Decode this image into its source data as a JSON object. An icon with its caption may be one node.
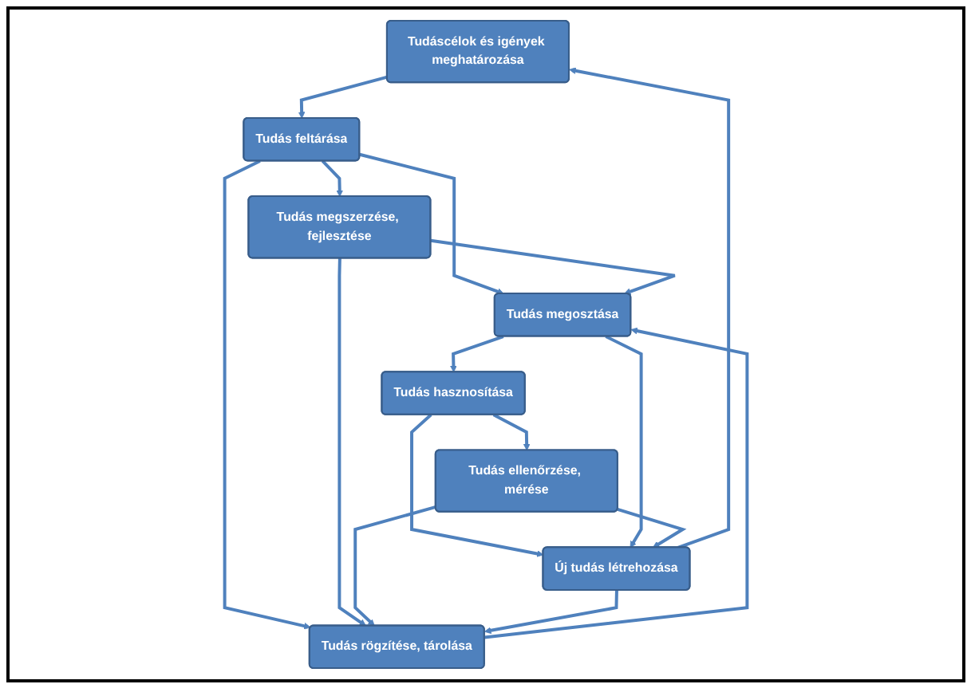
{
  "diagram": {
    "nodes": [
      {
        "text": [
          "Tudáscélok és igények meghatározása"
        ]
      },
      {
        "text": [
          "Tudás feltárása"
        ]
      },
      {
        "text": [
          "Tudás megszerzése, fejlesztése"
        ]
      },
      {
        "text": [
          "Tudás hasznosítása"
        ]
      },
      {
        "text": [
          "Tudás megosztása"
        ]
      },
      {
        "text": [
          "Tudás rögzítése, tárolása"
        ]
      },
      {
        "text": [
          "Tudás ellenőrzése, mérése"
        ]
      },
      {
        "text": [
          "Új tudás létrehozása"
        ]
      }
    ],
    "edges": [
      {
        "from": 0,
        "to": 1,
        "arrow": "to"
      },
      {
        "from": 1,
        "to": 2,
        "arrow": "to"
      },
      {
        "from": 1,
        "to": 4,
        "arrow": "to"
      },
      {
        "from": 1,
        "to": 5,
        "arrow": "to"
      },
      {
        "from": 2,
        "to": 4,
        "arrow": "to"
      },
      {
        "from": 2,
        "to": 5,
        "arrow": "to"
      },
      {
        "from": 5,
        "to": 4,
        "arrow": "to"
      },
      {
        "from": 4,
        "to": 3,
        "arrow": "to"
      },
      {
        "from": 3,
        "to": 6,
        "arrow": "to"
      },
      {
        "from": 3,
        "to": 7,
        "arrow": "to"
      },
      {
        "from": 4,
        "to": 7,
        "arrow": "to"
      },
      {
        "from": 6,
        "to": 7,
        "arrow": "to"
      },
      {
        "from": 6,
        "to": 5,
        "arrow": "to"
      },
      {
        "from": 7,
        "to": 5,
        "arrow": "to"
      },
      {
        "from": 7,
        "to": 0,
        "arrow": "to"
      }
    ]
  }
}
